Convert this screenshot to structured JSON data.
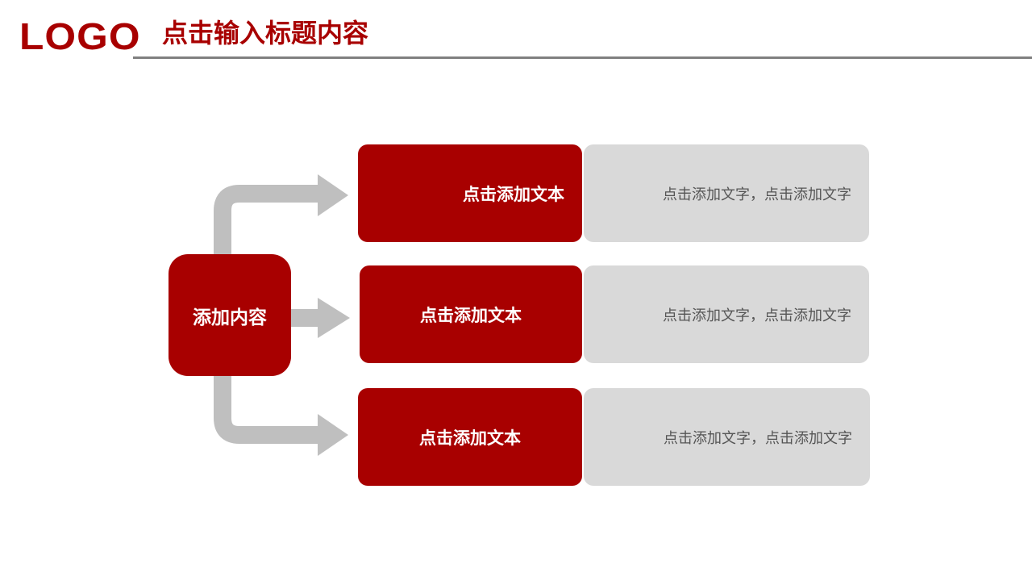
{
  "header": {
    "logo_text": "LOGO",
    "title": "点击输入标题内容"
  },
  "colors": {
    "accent": "#a80000",
    "connector": "#bfbfbf",
    "panel": "#d9d9d9",
    "rule": "#808080"
  },
  "diagram": {
    "source_label": "添加内容",
    "branches": [
      {
        "title": "点击添加文本",
        "text": "点击添加文字，点击添加文字"
      },
      {
        "title": "点击添加文本",
        "text": "点击添加文字，点击添加文字"
      },
      {
        "title": "点击添加文本",
        "text": "点击添加文字，点击添加文字"
      }
    ]
  }
}
